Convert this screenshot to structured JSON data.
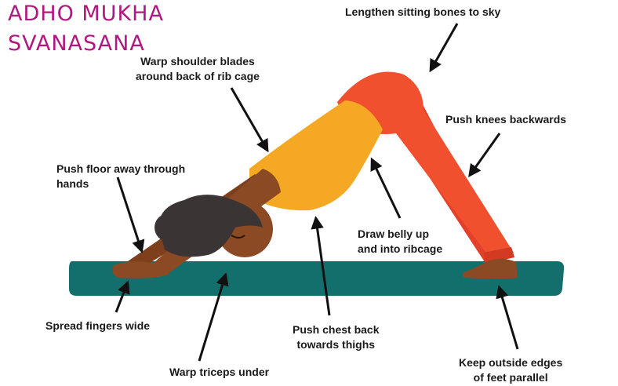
{
  "title": {
    "line1": "ADHO MUKHA",
    "line2": "SVANASANA"
  },
  "labels": {
    "lengthen": "Lengthen sitting bones to sky",
    "warp_shoulder_1": "Warp shoulder blades",
    "warp_shoulder_2": "around back of rib cage",
    "push_knees": "Push knees backwards",
    "push_floor_1": "Push floor away through",
    "push_floor_2": "hands",
    "draw_belly_1": "Draw belly up",
    "draw_belly_2": "and into ribcage",
    "spread_fingers": "Spread fingers wide",
    "push_chest_1": "Push chest back",
    "push_chest_2": "towards thighs",
    "warp_triceps": "Warp triceps under",
    "keep_edges_1": "Keep outside edges",
    "keep_edges_2": "of feet parallel"
  },
  "colors": {
    "title": "#b0177f",
    "mat": "#136f6b",
    "top": "#f5a823",
    "pants": "#f1502e",
    "skin": "#8b4a23",
    "hair": "#3a3435",
    "arrow": "#111111"
  }
}
